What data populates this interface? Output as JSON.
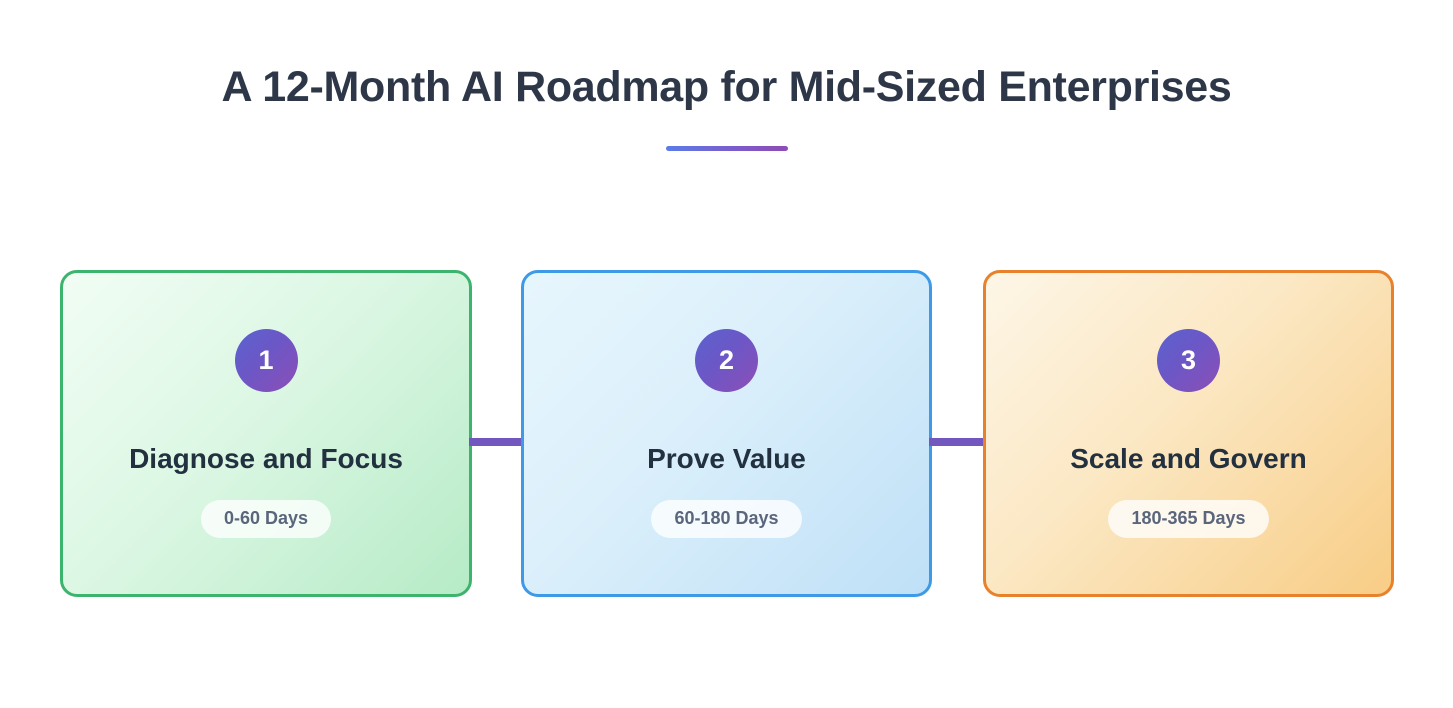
{
  "header": {
    "title": "A 12-Month AI Roadmap for Mid-Sized Enterprises",
    "accent_colors": [
      "#5b7ce8",
      "#8f4bb5"
    ]
  },
  "colors": {
    "page_background": "#ffffff",
    "title_text": "#2d3748",
    "card_title_text": "#22303f",
    "pill_text": "#5a667c",
    "connector": "#7257bf",
    "step_circle_gradient": [
      "#5a63cf",
      "#8c4eb6"
    ]
  },
  "stages": [
    {
      "number": "1",
      "title": "Diagnose and Focus",
      "duration": "0-60 Days",
      "border_color": "#3db46e",
      "background_colors": [
        "#f1fdf4",
        "#b6ebc6"
      ]
    },
    {
      "number": "2",
      "title": "Prove Value",
      "duration": "60-180 Days",
      "border_color": "#3e9ae6",
      "background_colors": [
        "#e7f6fd",
        "#bfe0f7"
      ]
    },
    {
      "number": "3",
      "title": "Scale and Govern",
      "duration": "180-365 Days",
      "border_color": "#e8812c",
      "background_colors": [
        "#fdf6e7",
        "#f8cd86"
      ]
    }
  ]
}
